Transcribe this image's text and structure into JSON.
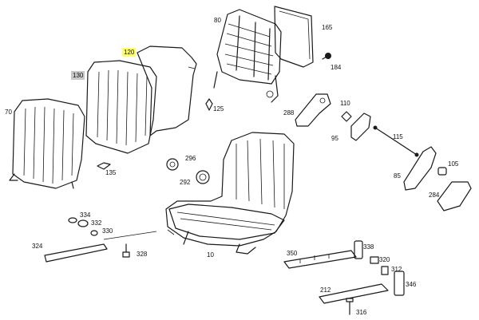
{
  "diagram": {
    "highlight_colors": {
      "selected": "#ffff66",
      "group": "#c8c8c8"
    },
    "callouts": {
      "c80": "80",
      "c165": "165",
      "c184": "184",
      "c120": "120",
      "c130": "130",
      "c125": "125",
      "c288": "288",
      "c110": "110",
      "c70": "70",
      "c95": "95",
      "c115": "115",
      "c296": "296",
      "c292": "292",
      "c135": "135",
      "c105": "105",
      "c85": "85",
      "c284": "284",
      "c334": "334",
      "c332": "332",
      "c330": "330",
      "c324": "324",
      "c328": "328",
      "c10": "10",
      "c350": "350",
      "c338": "338",
      "c320": "320",
      "c312": "312",
      "c346": "346",
      "c212": "212",
      "c316": "316"
    }
  }
}
